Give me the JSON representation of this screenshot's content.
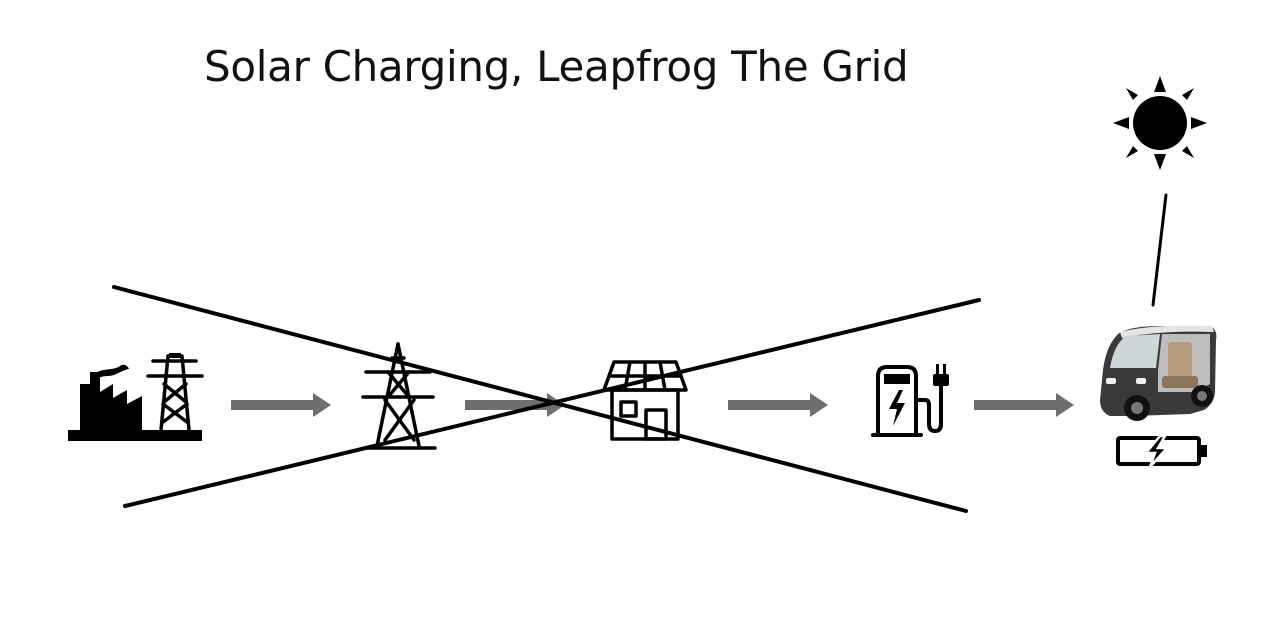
{
  "slide": {
    "title": "Solar Charging, Leapfrog The Grid"
  },
  "diagram": {
    "chain": [
      {
        "name": "factory-power-plant",
        "icon": "factory-icon"
      },
      {
        "name": "transmission-tower",
        "icon": "transmission-tower-icon"
      },
      {
        "name": "solar-house",
        "icon": "solar-house-icon"
      },
      {
        "name": "charging-station",
        "icon": "ev-charger-icon"
      },
      {
        "name": "solar-ev",
        "icon": "electric-car-icon"
      }
    ],
    "crossed_out_segment": "grid-to-home-to-charger",
    "bypass_source": "sun-icon",
    "battery_icon": "charging-battery-icon"
  },
  "colors": {
    "background": "#ffffff",
    "ink": "#000000",
    "arrow": "#6e6e6e"
  }
}
